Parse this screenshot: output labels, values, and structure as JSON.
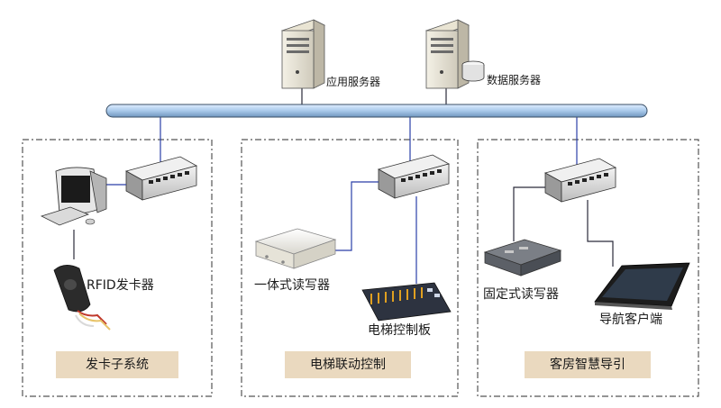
{
  "servers": {
    "app_server": "应用服务器",
    "data_server": "数据服务器"
  },
  "devices": {
    "rfid_issuer": "RFID发卡器",
    "integrated_reader": "一体式读写器",
    "elevator_board": "电梯控制板",
    "fixed_reader": "固定式读写器",
    "nav_client": "导航客户端"
  },
  "subsystems": {
    "card_issue": "发卡子系统",
    "elevator_link": "电梯联动控制",
    "guest_guide": "客房智慧导引"
  },
  "colors": {
    "bus_fill": "#b9d4ee",
    "bus_stroke": "#3a4f66",
    "link_blue": "#2a3fa8",
    "link_dark": "#2a2a3a",
    "caption_bg": "#ead9bf",
    "group_border": "#555555"
  }
}
